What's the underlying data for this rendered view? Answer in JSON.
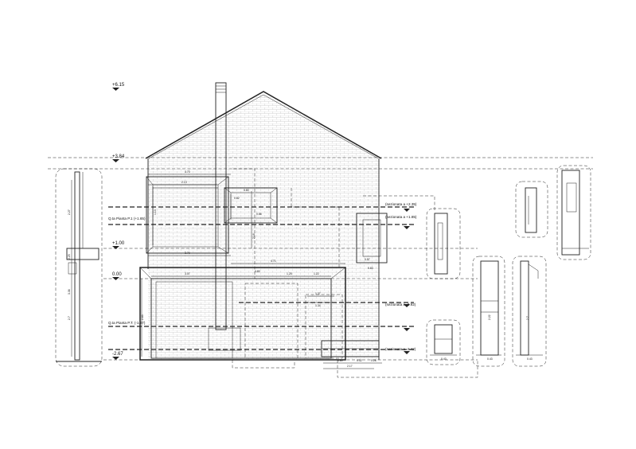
{
  "drawing": {
    "levels": [
      {
        "id": "top",
        "label": "+6.15"
      },
      {
        "id": "ridge",
        "label": "+3.84"
      },
      {
        "id": "first",
        "label": "+1.00"
      },
      {
        "id": "ground",
        "label": "0.00"
      },
      {
        "id": "basement",
        "label": "-2.67"
      }
    ],
    "plan_cuts": [
      {
        "id": "p1",
        "label": "Q.ta Pianta P.1 (+1.65)"
      },
      {
        "id": "pt",
        "label": "Q.ta Pianta P.T. (-1.67)"
      }
    ],
    "section_tags": [
      {
        "id": "s1",
        "label": "(sezionata a +2.35)"
      },
      {
        "id": "s2",
        "label": "(sezionata a +1.85)"
      },
      {
        "id": "s3",
        "label": "(sezionata a -0.92)"
      },
      {
        "id": "s4",
        "label": "(sezionata a -2.42)"
      }
    ],
    "dimensions": {
      "top_w": "3.70",
      "win_w": "2.13",
      "mid_w": "3.70",
      "mid_w2": "4.71",
      "g_w1": "3.07",
      "g_w2": "0.80",
      "g_w3": "1.25",
      "g_w4": "1.22",
      "b_w1": "1.37",
      "b_w2": "1.34",
      "bay_h": "0.80",
      "bay_w": "0.82",
      "bay_w2": "0.86",
      "bay_w3": "0.57",
      "bay_w4": "0.83",
      "bot_1": "1.80",
      "bot_2": "0.32",
      "bot_3": "0.28",
      "bot_4": "2.17",
      "d1_1": "0.43",
      "d2_1": "0.43",
      "d2_2": "0.43",
      "v1": "2.27",
      "v2": "2.25",
      "v3": "3.36",
      "v4": "2.7",
      "v5": "1.13",
      "v6": "2.83",
      "v7": "2.16",
      "v8": "2.7",
      "v9": "2.22"
    }
  }
}
